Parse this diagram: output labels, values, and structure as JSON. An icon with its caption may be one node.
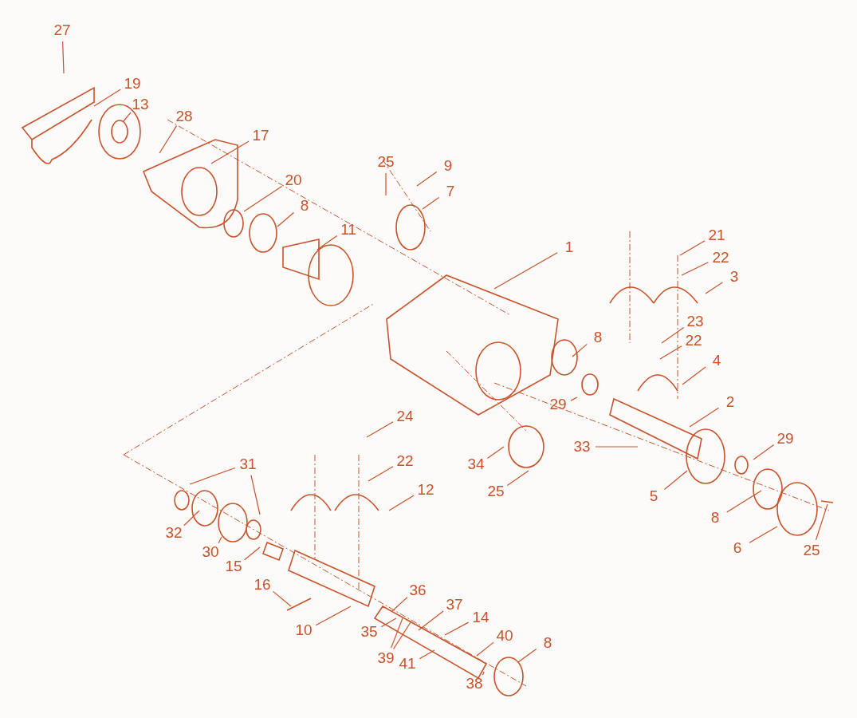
{
  "diagram": {
    "nodes": [
      {
        "text": [
          "27"
        ]
      },
      {
        "text": [
          "19"
        ]
      },
      {
        "text": [
          "13"
        ]
      },
      {
        "text": [
          "28"
        ]
      },
      {
        "text": [
          "17"
        ]
      },
      {
        "text": [
          "25"
        ]
      },
      {
        "text": [
          "9"
        ]
      },
      {
        "text": [
          "7"
        ]
      },
      {
        "text": [
          "20"
        ]
      },
      {
        "text": [
          "8"
        ]
      },
      {
        "text": [
          "11"
        ]
      },
      {
        "text": [
          "1"
        ]
      },
      {
        "text": [
          "21"
        ]
      },
      {
        "text": [
          "22"
        ]
      },
      {
        "text": [
          "3"
        ]
      },
      {
        "text": [
          "23"
        ]
      },
      {
        "text": [
          "22"
        ]
      },
      {
        "text": [
          "8"
        ]
      },
      {
        "text": [
          "4"
        ]
      },
      {
        "text": [
          "29"
        ]
      },
      {
        "text": [
          "2"
        ]
      },
      {
        "text": [
          "24"
        ]
      },
      {
        "text": [
          "22"
        ]
      },
      {
        "text": [
          "33"
        ]
      },
      {
        "text": [
          "34"
        ]
      },
      {
        "text": [
          "25"
        ]
      },
      {
        "text": [
          "29"
        ]
      },
      {
        "text": [
          "5"
        ]
      },
      {
        "text": [
          "31"
        ]
      },
      {
        "text": [
          "12"
        ]
      },
      {
        "text": [
          "32"
        ]
      },
      {
        "text": [
          "30"
        ]
      },
      {
        "text": [
          "15"
        ]
      },
      {
        "text": [
          "16"
        ]
      },
      {
        "text": [
          "10"
        ]
      },
      {
        "text": [
          "36"
        ]
      },
      {
        "text": [
          "37"
        ]
      },
      {
        "text": [
          "14"
        ]
      },
      {
        "text": [
          "35"
        ]
      },
      {
        "text": [
          "39"
        ]
      },
      {
        "text": [
          "41"
        ]
      },
      {
        "text": [
          "40"
        ]
      },
      {
        "text": [
          "38"
        ]
      },
      {
        "text": [
          "8"
        ]
      },
      {
        "text": [
          "8"
        ]
      },
      {
        "text": [
          "6"
        ]
      },
      {
        "text": [
          "25"
        ]
      }
    ],
    "edges": [
      {
        "from": 0,
        "to": null,
        "arrow": "none"
      },
      {
        "from": 1,
        "to": null,
        "arrow": "none"
      },
      {
        "from": 2,
        "to": null,
        "arrow": "none"
      },
      {
        "from": 3,
        "to": null,
        "arrow": "none"
      },
      {
        "from": 4,
        "to": null,
        "arrow": "none"
      },
      {
        "from": 5,
        "to": null,
        "arrow": "none"
      },
      {
        "from": 6,
        "to": null,
        "arrow": "none"
      },
      {
        "from": 7,
        "to": null,
        "arrow": "none"
      },
      {
        "from": 8,
        "to": null,
        "arrow": "none"
      },
      {
        "from": 9,
        "to": null,
        "arrow": "none"
      },
      {
        "from": 10,
        "to": null,
        "arrow": "none"
      },
      {
        "from": 11,
        "to": null,
        "arrow": "none"
      },
      {
        "from": 12,
        "to": null,
        "arrow": "none"
      },
      {
        "from": 13,
        "to": null,
        "arrow": "none"
      },
      {
        "from": 14,
        "to": null,
        "arrow": "none"
      },
      {
        "from": 15,
        "to": null,
        "arrow": "none"
      },
      {
        "from": 16,
        "to": null,
        "arrow": "none"
      },
      {
        "from": 17,
        "to": null,
        "arrow": "none"
      },
      {
        "from": 18,
        "to": null,
        "arrow": "none"
      },
      {
        "from": 19,
        "to": null,
        "arrow": "none"
      },
      {
        "from": 20,
        "to": null,
        "arrow": "none"
      },
      {
        "from": 21,
        "to": null,
        "arrow": "none"
      },
      {
        "from": 22,
        "to": null,
        "arrow": "none"
      },
      {
        "from": 23,
        "to": null,
        "arrow": "none"
      },
      {
        "from": 24,
        "to": null,
        "arrow": "none"
      },
      {
        "from": 25,
        "to": null,
        "arrow": "none"
      },
      {
        "from": 26,
        "to": null,
        "arrow": "none"
      },
      {
        "from": 27,
        "to": null,
        "arrow": "none"
      },
      {
        "from": 28,
        "to": null,
        "arrow": "none"
      },
      {
        "from": 28,
        "to": null,
        "arrow": "none"
      },
      {
        "from": 29,
        "to": null,
        "arrow": "none"
      },
      {
        "from": 30,
        "to": null,
        "arrow": "none"
      },
      {
        "from": 31,
        "to": null,
        "arrow": "none"
      },
      {
        "from": 32,
        "to": null,
        "arrow": "none"
      },
      {
        "from": 33,
        "to": null,
        "arrow": "none"
      },
      {
        "from": 34,
        "to": null,
        "arrow": "none"
      },
      {
        "from": 35,
        "to": null,
        "arrow": "none"
      },
      {
        "from": 36,
        "to": null,
        "arrow": "none"
      },
      {
        "from": 37,
        "to": null,
        "arrow": "none"
      },
      {
        "from": 38,
        "to": null,
        "arrow": "none"
      },
      {
        "from": 39,
        "to": null,
        "arrow": "none"
      },
      {
        "from": 39,
        "to": null,
        "arrow": "none"
      },
      {
        "from": 40,
        "to": null,
        "arrow": "none"
      },
      {
        "from": 41,
        "to": null,
        "arrow": "none"
      },
      {
        "from": 42,
        "to": null,
        "arrow": "none"
      },
      {
        "from": 43,
        "to": null,
        "arrow": "none"
      },
      {
        "from": 44,
        "to": null,
        "arrow": "none"
      },
      {
        "from": 45,
        "to": null,
        "arrow": "none"
      },
      {
        "from": 46,
        "to": null,
        "arrow": "none"
      }
    ]
  }
}
